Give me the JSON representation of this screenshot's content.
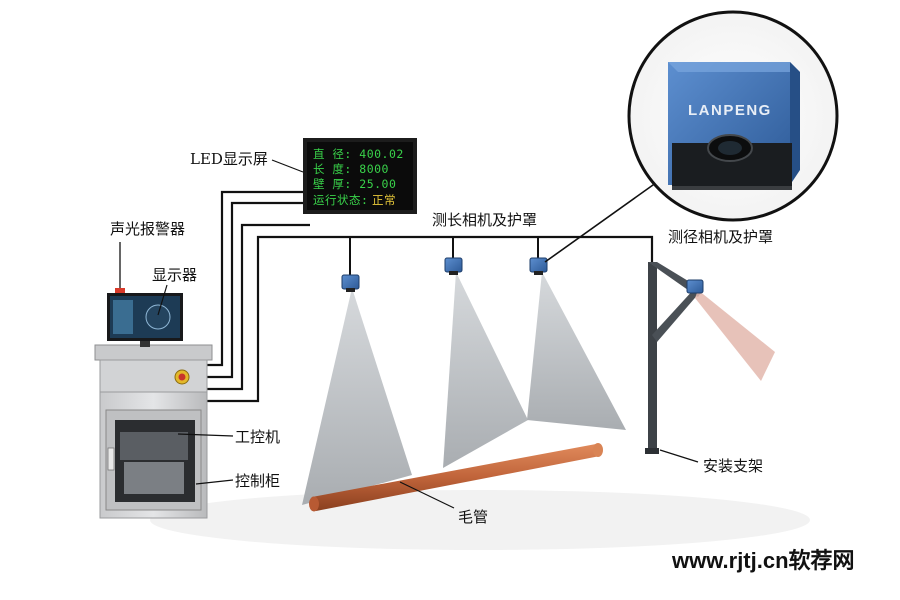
{
  "led": {
    "line1": "直 径: 400.02",
    "line2": "长 度: 8000",
    "line3": "壁 厚: 25.00",
    "status_label": "运行状态:",
    "status_value": "正常"
  },
  "camera_brand": "LANPENG",
  "labels": {
    "led_screen": "LED显示屏",
    "alarm": "声光报警器",
    "monitor": "显示器",
    "ipc": "工控机",
    "cabinet": "控制柜",
    "length_camera": "测长相机及护罩",
    "diameter_camera": "测径相机及护罩",
    "bracket": "安装支架",
    "tube": "毛管"
  },
  "watermark": "www.rjtj.cn软荐网",
  "colors": {
    "led_text": "#39d24a",
    "led_status": "#e8c93a",
    "tube": "#c0643a",
    "camera_body": "#3b6fb4",
    "beam": "#bfc3c7",
    "laser": "#e3b7ad",
    "cabinet": "#d7d8da"
  }
}
